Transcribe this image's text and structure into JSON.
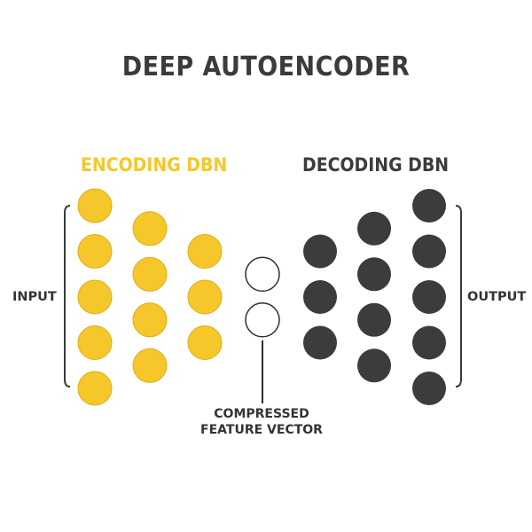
{
  "title": "DEEP AUTOENCODER",
  "encoding_label": "ENCODING DBN",
  "decoding_label": "DECODING DBN",
  "input_label": "INPUT",
  "output_label": "OUTPUT",
  "bottleneck_caption": [
    "COMPRESSED",
    "FEATURE VECTOR"
  ],
  "colors": {
    "encoding": "#f5c72a",
    "encoding_stroke": "#e0ad14",
    "decoding": "#3c3c3a",
    "title": "#3b3b3b",
    "text": "#333333",
    "bottleneck_stroke": "#2e2e2e"
  },
  "layers": [
    {
      "group": "encoding",
      "nodes": 5
    },
    {
      "group": "encoding",
      "nodes": 4
    },
    {
      "group": "encoding",
      "nodes": 3
    },
    {
      "group": "bottleneck",
      "nodes": 2
    },
    {
      "group": "decoding",
      "nodes": 3
    },
    {
      "group": "decoding",
      "nodes": 4
    },
    {
      "group": "decoding",
      "nodes": 5
    }
  ]
}
